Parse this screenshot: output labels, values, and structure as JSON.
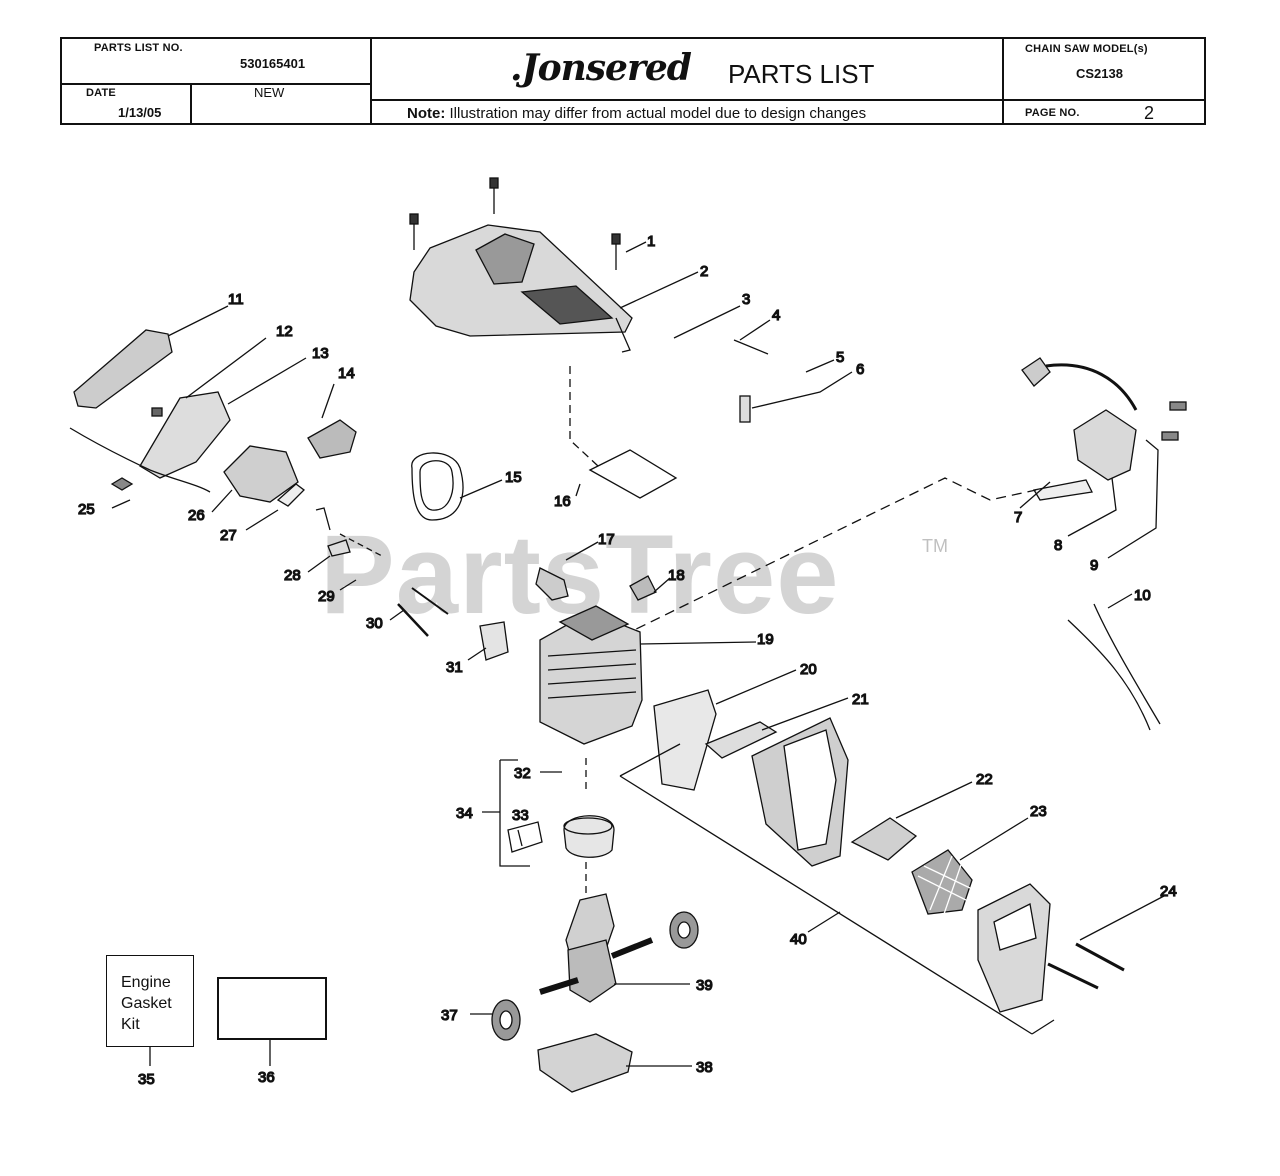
{
  "header": {
    "parts_list_no_label": "PARTS LIST NO.",
    "parts_list_no": "530165401",
    "date_label": "DATE",
    "date": "1/13/05",
    "revision": "NEW",
    "brand": "Jonsered",
    "title": "PARTS LIST",
    "note_bold": "Note:",
    "note_text": " Illustration may differ from actual model due to design changes",
    "model_label": "CHAIN SAW MODEL(s)",
    "model": "CS2138",
    "page_label": "PAGE   NO.",
    "page_no": "2"
  },
  "watermark": {
    "text": "PartsTree",
    "tm": "TM"
  },
  "kit_box": {
    "line1": "Engine",
    "line2": "Gasket",
    "line3": "Kit"
  },
  "callouts": [
    "1",
    "2",
    "3",
    "4",
    "5",
    "6",
    "7",
    "8",
    "9",
    "10",
    "11",
    "12",
    "13",
    "14",
    "15",
    "16",
    "17",
    "18",
    "19",
    "20",
    "21",
    "22",
    "23",
    "24",
    "25",
    "26",
    "27",
    "28",
    "29",
    "30",
    "31",
    "32",
    "33",
    "34",
    "35",
    "36",
    "37",
    "38",
    "39",
    "40"
  ],
  "colors": {
    "ink": "#111111",
    "watermark": "#a0a0a0",
    "part_fill": "#cfcfcf"
  }
}
